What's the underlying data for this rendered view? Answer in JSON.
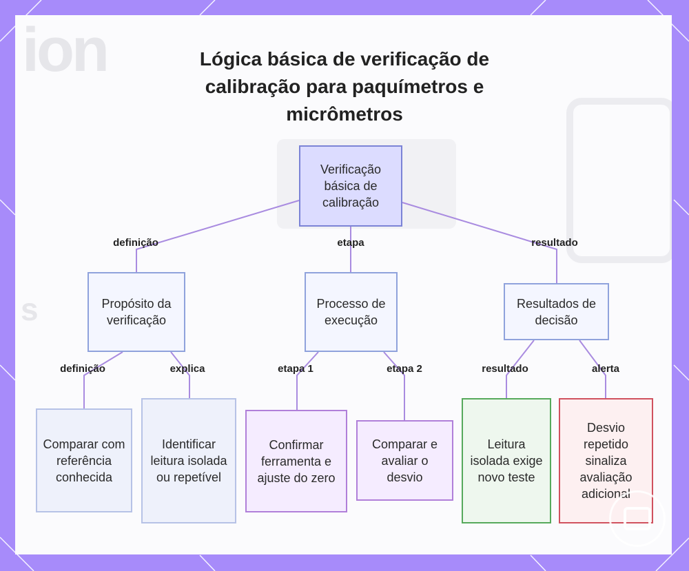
{
  "title": "Lógica básica de verificação de calibração para paquímetros e micrômetros",
  "nodes": {
    "root": "Verificação básica de calibração",
    "purpose": "Propósito da verificação",
    "process": "Processo de execução",
    "results": "Resultados de decisão",
    "compare": "Comparar com referência conhecida",
    "identify": "Identificar leitura isolada ou repetível",
    "confirm": "Confirmar ferramenta e ajuste do zero",
    "evaluate": "Comparar e avaliar o desvio",
    "retest": "Leitura isolada exige novo teste",
    "alert": "Desvio repetido sinaliza avaliação adicional"
  },
  "edges": {
    "root_purpose": "definição",
    "root_process": "etapa",
    "root_results": "resultado",
    "purpose_compare": "definição",
    "purpose_identify": "explica",
    "process_confirm": "etapa 1",
    "process_evaluate": "etapa 2",
    "results_retest": "resultado",
    "results_alert": "alerta"
  },
  "colors": {
    "frame": "#a78bfa",
    "link": "#a98be0",
    "root_fill": "#dcdcff",
    "result_ok": "#56a95b",
    "result_alert": "#d0515e"
  }
}
